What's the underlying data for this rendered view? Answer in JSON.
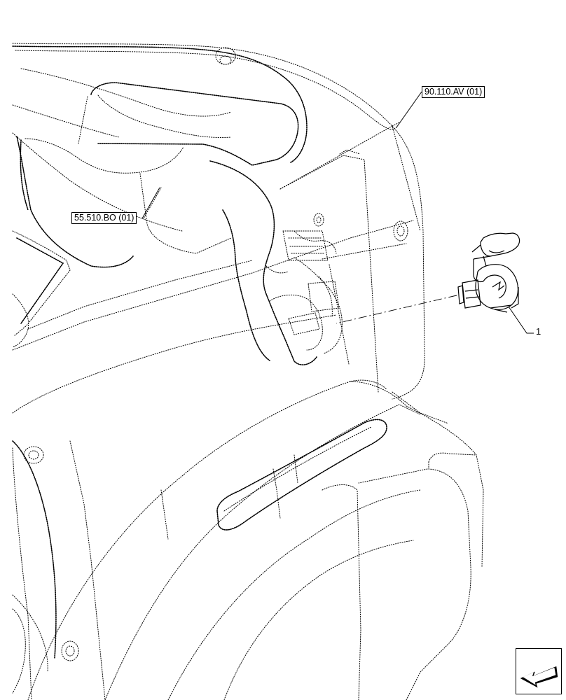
{
  "references": {
    "upper_right": "90.110.AV (01)",
    "left": "55.510.BO (01)"
  },
  "callouts": {
    "part_1": "1"
  },
  "icons": {
    "navigation": "next-page-arrow-icon"
  }
}
